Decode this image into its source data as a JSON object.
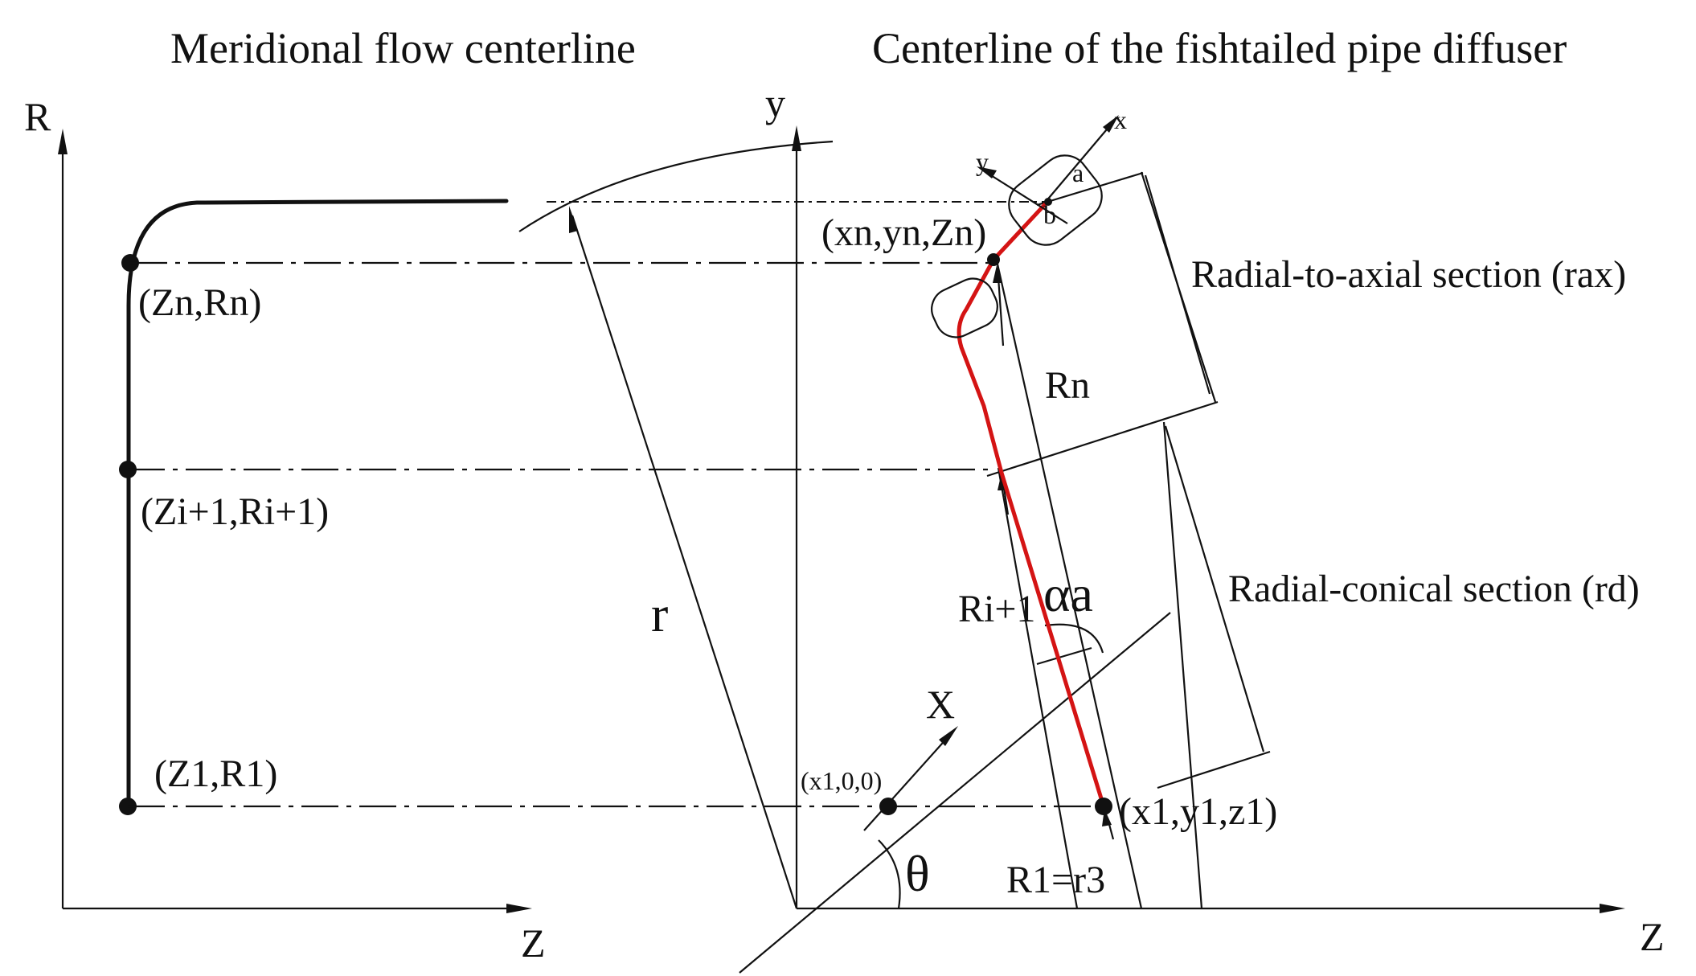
{
  "titles": {
    "left": "Meridional flow centerline",
    "right": "Centerline of the fishtailed pipe diffuser"
  },
  "axes": {
    "left_vertical": "R",
    "left_horizontal": "Z",
    "right_vertical": "y",
    "right_horizontal": "Z",
    "rotated_x": "x",
    "rotated_y": "y",
    "x_axis": "X"
  },
  "points": {
    "zn_rn": "(Zn,Rn)",
    "zi1_ri1": "(Zi+1,Ri+1)",
    "z1_r1": "(Z1,R1)",
    "xn_yn_zn": "(xn,yn,Zn)",
    "x1_0_0": "(x1,0,0)",
    "x1_y1_z1": "(x1,y1,z1)"
  },
  "labels": {
    "rax": "Radial-to-axial section (rax)",
    "rd": "Radial-conical section (rd)",
    "rn": "Rn",
    "ri1": "Ri+1",
    "alpha": "αa",
    "r": "r",
    "theta": "θ",
    "r1_r3": "R1=r3",
    "a": "a",
    "b": "b"
  },
  "colors": {
    "centerline": "#d41414",
    "ink": "#111111"
  }
}
